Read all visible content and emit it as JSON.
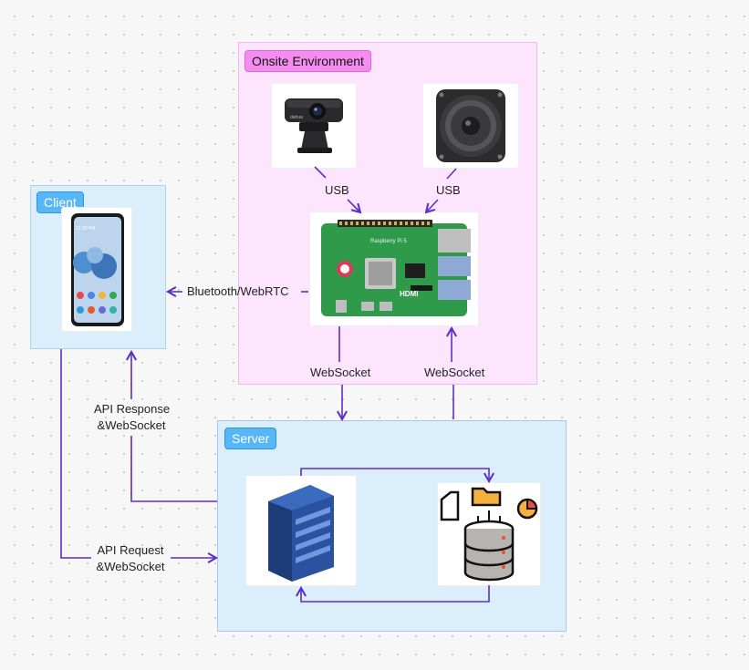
{
  "groups": {
    "onsite": "Onsite Environment",
    "client": "Client",
    "server": "Server"
  },
  "edges": {
    "usb_left": "USB",
    "usb_right": "USB",
    "bluetooth": "Bluetooth/WebRTC",
    "ws_down": "WebSocket",
    "ws_up": "WebSocket",
    "api_response_1": "API Response",
    "api_response_2": "&WebSocket",
    "api_request_1": "API Request",
    "api_request_2": "&WebSocket"
  },
  "device_text": {
    "phone_time": "12:30 PM",
    "board_brand": "Raspberry Pi 5",
    "board_port": "HDMI",
    "camera_brand": "dahua"
  },
  "colors": {
    "arrow": "#5b2fc9",
    "onsite_bg": "#fde6fd",
    "group_bg": "#daeefb",
    "pink_tag": "#f58cf0",
    "blue_tag": "#57b6f4"
  }
}
